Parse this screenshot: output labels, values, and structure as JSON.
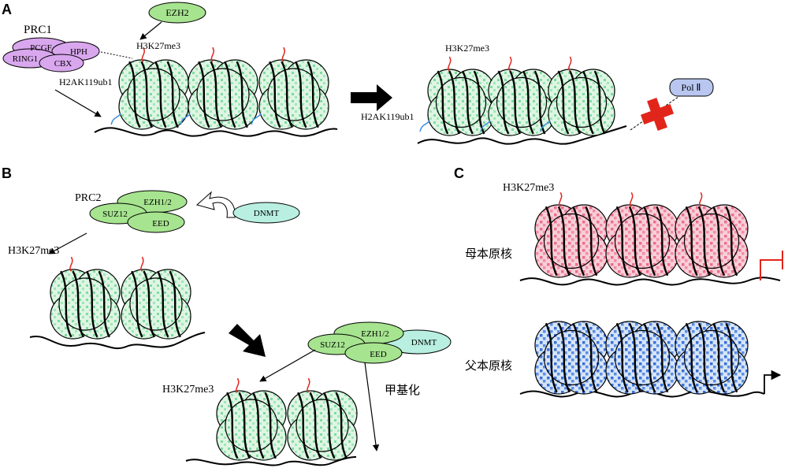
{
  "panels": {
    "a": "A",
    "b": "B",
    "c": "C"
  },
  "panel_a": {
    "prc1_title": "PRC1",
    "proteins": [
      "PCGF",
      "HPH",
      "RING1",
      "CBX"
    ],
    "ezh2": "EZH2",
    "mark_left": "H3K27me3",
    "ub_left": "H2AK119ub1",
    "mark_right": "H3K27me3",
    "ub_right": "H2AK119ub1",
    "pol": "Pol Ⅱ"
  },
  "panel_b": {
    "prc2_title": "PRC2",
    "prc2_top": [
      "EZH1/2",
      "SUZ12",
      "EED"
    ],
    "dnmt": "DNMT",
    "mark_top": "H3K27me3",
    "complex_bottom": [
      "EZH1/2",
      "SUZ12",
      "EED",
      "DNMT"
    ],
    "mark_bottom": "H3K27me3",
    "methylation": "甲基化"
  },
  "panel_c": {
    "mark": "H3K27me3",
    "maternal": "母本原核",
    "paternal": "父本原核"
  },
  "colors": {
    "green_bg": "#dff5e4",
    "green_dot": "#7fdc9e",
    "pink_bg": "#f7cfd8",
    "pink_dot": "#ee6f8c",
    "blue_bg": "#d6e4f7",
    "blue_dot": "#3a72d8",
    "purple": "#d9a7ee",
    "protein_green": "#a6e48f",
    "dnmt": "#b8efe0",
    "pol": "#b8c6f0",
    "repress": "#e1251b",
    "mark_red": "#e0261f",
    "ub_blue": "#3b8fe0"
  }
}
